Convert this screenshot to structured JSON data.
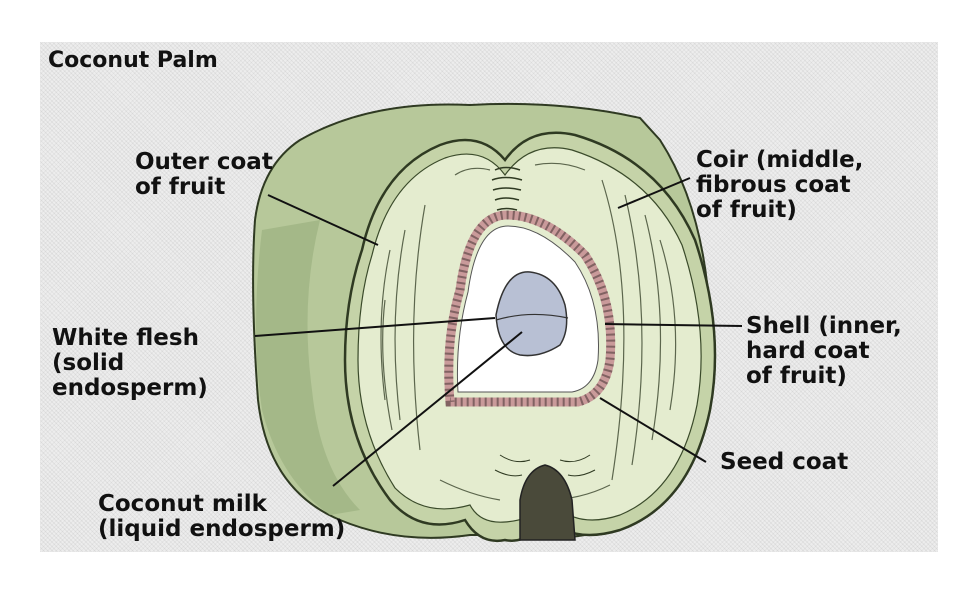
{
  "title": "Coconut Palm",
  "labels": {
    "outer_coat": "Outer coat\nof fruit",
    "coir": "Coir (middle,\nfibrous coat\nof fruit)",
    "white_flesh": "White flesh\n(solid\nendosperm)",
    "shell": "Shell (inner,\nhard coat\nof fruit)",
    "seed_coat": "Seed coat",
    "coconut_milk": "Coconut milk\n(liquid endosperm)"
  },
  "colors": {
    "husk": "#c5d3a8",
    "husk_dark": "#9fb483",
    "fiber": "#e4eccf",
    "shell": "#d9b3b3",
    "flesh": "#ffffff",
    "milk": "#b8c0d4"
  }
}
